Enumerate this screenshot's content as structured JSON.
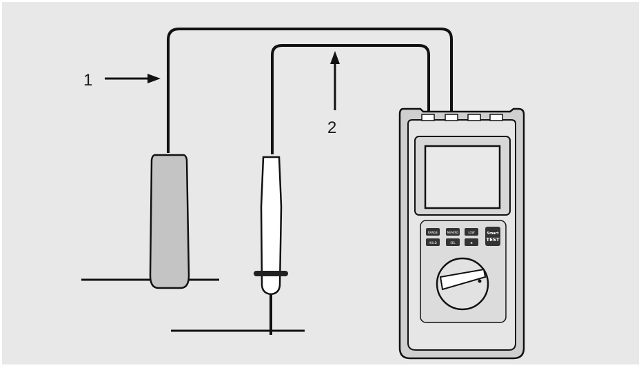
{
  "labels": {
    "callout_1": "1",
    "callout_2": "2"
  },
  "meter": {
    "buttons_row1": [
      "RANGE",
      "MEM/RD",
      "LOW"
    ],
    "buttons_row2": [
      "HOLD",
      "SEL",
      "✱"
    ],
    "test_button_line1": "Smart",
    "test_button_line2": "TEST"
  },
  "colors": {
    "background": "#e8e8e8",
    "border": "#ffffff",
    "wire": "#111111",
    "clamp_body": "#c4c4c4",
    "probe_body": "#ffffff",
    "meter_casing": "#cfcfcf",
    "meter_face": "#e6e6e6",
    "screen": "#e9e9e9",
    "button": "#333333"
  }
}
